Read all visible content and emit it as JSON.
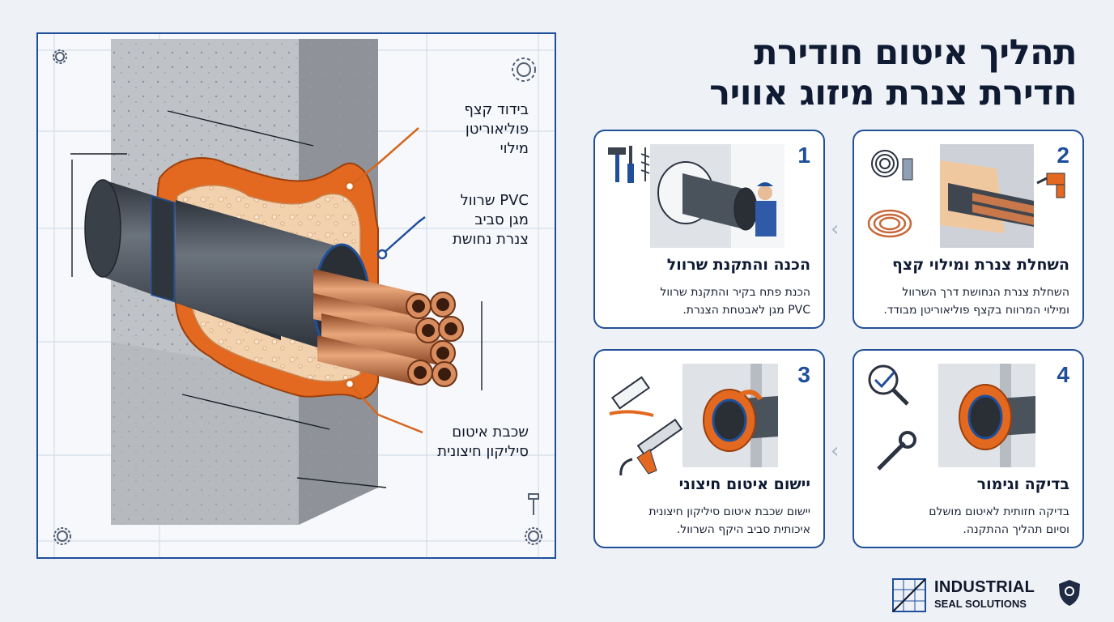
{
  "title": {
    "line1": "תהליך איטום חודירת",
    "line2": "חדירת צנרת מיזוג אוויר"
  },
  "callouts": {
    "foam": [
      "בידוד קצף",
      "פוליאוריטן",
      "מילוי"
    ],
    "sleeve": [
      "PVC שרוול",
      "מגן סביב",
      "צנרת נחושת"
    ],
    "sealant": [
      "שכבת איטום",
      "סיליקון חיצונית"
    ]
  },
  "steps": [
    {
      "number": "1",
      "title": "הכנה והתקנת שרוול",
      "desc": [
        "הכנת פתח בקיר והתקנת שרוול",
        "PVC מגן לאבטחת הצנרת."
      ],
      "icons": [
        "hammer-icon",
        "screwdriver-icon",
        "screw-icon"
      ]
    },
    {
      "number": "2",
      "title": "השחלת צנרת ומילוי קצף",
      "desc": [
        "השחלת צנרת הנחושת דרך השרוול",
        "ומילוי המרווח בקצף פוליאוריטן מבודד."
      ],
      "icons": [
        "cable-coil-icon",
        "spray-can-icon",
        "copper-coil-icon",
        "foam-gun-icon"
      ]
    },
    {
      "number": "3",
      "title": "יישום איטום חיצוני",
      "desc": [
        "יישום שכבת איטום סיליקון חיצונית",
        "איכותית סביב היקף השרוול."
      ],
      "icons": [
        "sealant-tube-icon",
        "caulk-gun-icon"
      ]
    },
    {
      "number": "4",
      "title": "בדיקה וגימור",
      "desc": [
        "בדיקה חזותית לאיטום מושלם",
        "וסיום תהליך ההתקנה."
      ],
      "icons": [
        "magnifier-check-icon",
        "wrench-icon"
      ]
    }
  ],
  "brand": {
    "name": "INDUSTRIAL",
    "sub": "SEAL SOLUTIONS"
  },
  "colors": {
    "accent": "#1f4f9a",
    "sealant": "#e2691f",
    "foam": "#f0c8a0",
    "pipe": "#4a525c",
    "copper": "#c8784a",
    "concrete": "#b9bcc1"
  }
}
